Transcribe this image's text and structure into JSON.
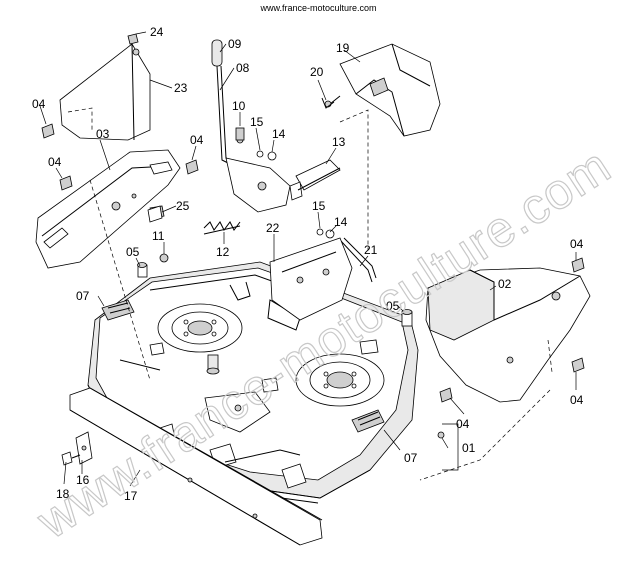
{
  "source_url": "www.france-motoculture.com",
  "watermark_text": "www.france-motoculture.com",
  "callouts": {
    "c01": "01",
    "c02": "02",
    "c03": "03",
    "c04": "04",
    "c05": "05",
    "c07": "07",
    "c08": "08",
    "c09": "09",
    "c10": "10",
    "c11": "11",
    "c12": "12",
    "c13": "13",
    "c14": "14",
    "c15": "15",
    "c16": "16",
    "c17": "17",
    "c18": "18",
    "c19": "19",
    "c20": "20",
    "c21": "21",
    "c22": "22",
    "c23": "23",
    "c24": "24",
    "c25": "25"
  },
  "colors": {
    "line": "#000000",
    "fill": "#ffffff",
    "shade": "#e9e9e9",
    "dark": "#cfcfcf",
    "watermark": "#d8d8d8"
  }
}
